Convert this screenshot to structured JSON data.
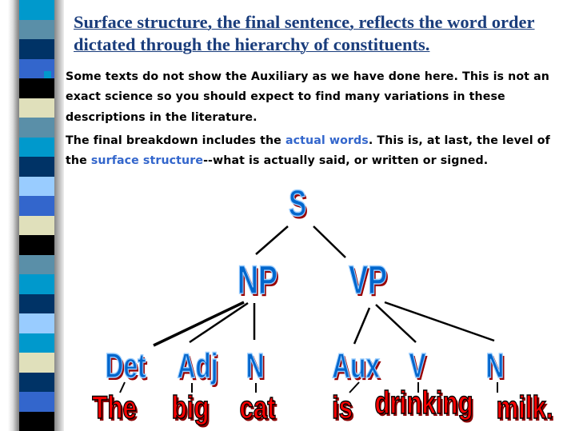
{
  "theme": {
    "title_color": "#1a3d7c",
    "highlight_color": "#3366cc",
    "node_color": "#0066cc",
    "word_color": "#ff0000",
    "stripe_colors": [
      "#0099cc",
      "#5a8fa8",
      "#003366",
      "#3366cc",
      "#000000",
      "#e0e0bb",
      "#5a8fa8",
      "#0099cc",
      "#003366",
      "#99ccff",
      "#3366cc",
      "#e0e0bb",
      "#000000",
      "#5a8fa8",
      "#0099cc",
      "#003366",
      "#99ccff",
      "#0099cc",
      "#e0e0bb",
      "#003366",
      "#3366cc",
      "#000000"
    ]
  },
  "title": "Surface structure, the final sentence, reflects the word order dictated through the hierarchy of constituents.",
  "body": {
    "para1": "Some texts do not show the Auxiliary as we have done here.  This is not an exact science so you should expect to find many variations in these descriptions in the literature.",
    "para2_a": "The final breakdown includes the ",
    "para2_hl1": "actual words",
    "para2_b": ".  This is, at last, the level of the ",
    "para2_hl2": "surface structure",
    "para2_c": "--what is actually said, or written or signed."
  },
  "tree": {
    "root": "S",
    "phrases": [
      "NP",
      "VP"
    ],
    "categories": [
      "Det",
      "Adj",
      "N",
      "Aux",
      "V",
      "N"
    ],
    "words": [
      "The",
      "big",
      "cat",
      "is",
      "drinking",
      "milk."
    ]
  }
}
